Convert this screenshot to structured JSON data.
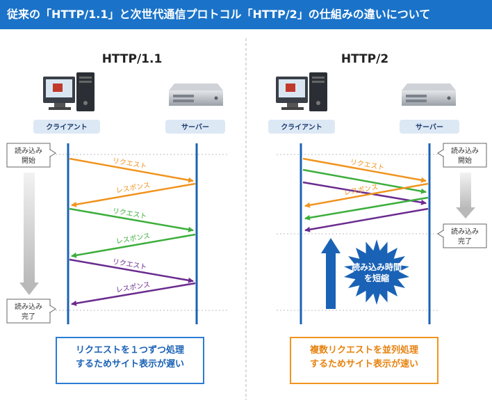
{
  "title": "従来の「HTTP/1.1」と次世代通信プロトコル「HTTP/2」の仕組みの違いについて",
  "left_panel": {
    "heading": "HTTP/1.1",
    "client_label": "クライアント",
    "server_label": "サーバー",
    "start_label": [
      "読み込み",
      "開始"
    ],
    "end_label": [
      "読み込み",
      "完了"
    ],
    "arrows": [
      {
        "label": "リクエスト",
        "direction": "to-server",
        "color": "#f0941e"
      },
      {
        "label": "レスポンス",
        "direction": "to-client",
        "color": "#f0941e"
      },
      {
        "label": "リクエスト",
        "direction": "to-server",
        "color": "#3cae3c"
      },
      {
        "label": "レスポンス",
        "direction": "to-client",
        "color": "#3cae3c"
      },
      {
        "label": "リクエスト",
        "direction": "to-server",
        "color": "#6a2b8f"
      },
      {
        "label": "レスポンス",
        "direction": "to-client",
        "color": "#6a2b8f"
      }
    ],
    "caption": [
      "リクエストを１つずつ処理",
      "するためサイト表示が遅い"
    ]
  },
  "right_panel": {
    "heading": "HTTP/2",
    "client_label": "クライアント",
    "server_label": "サーバー",
    "start_label": [
      "読み込み",
      "開始"
    ],
    "end_label": [
      "読み込み",
      "完了"
    ],
    "request_label": "リクエスト",
    "response_label": "レスポンス",
    "burst_text": [
      "読み込み時間",
      "を短縮"
    ],
    "caption": [
      "複数リクエストを並列処理",
      "するためサイト表示が速い"
    ]
  },
  "colors": {
    "header": "#1a73c8",
    "lifeline": "#1a62b5",
    "orange": "#f0941e",
    "green": "#3cae3c",
    "purple": "#6a2b8f",
    "pill": "#dde8f5"
  }
}
